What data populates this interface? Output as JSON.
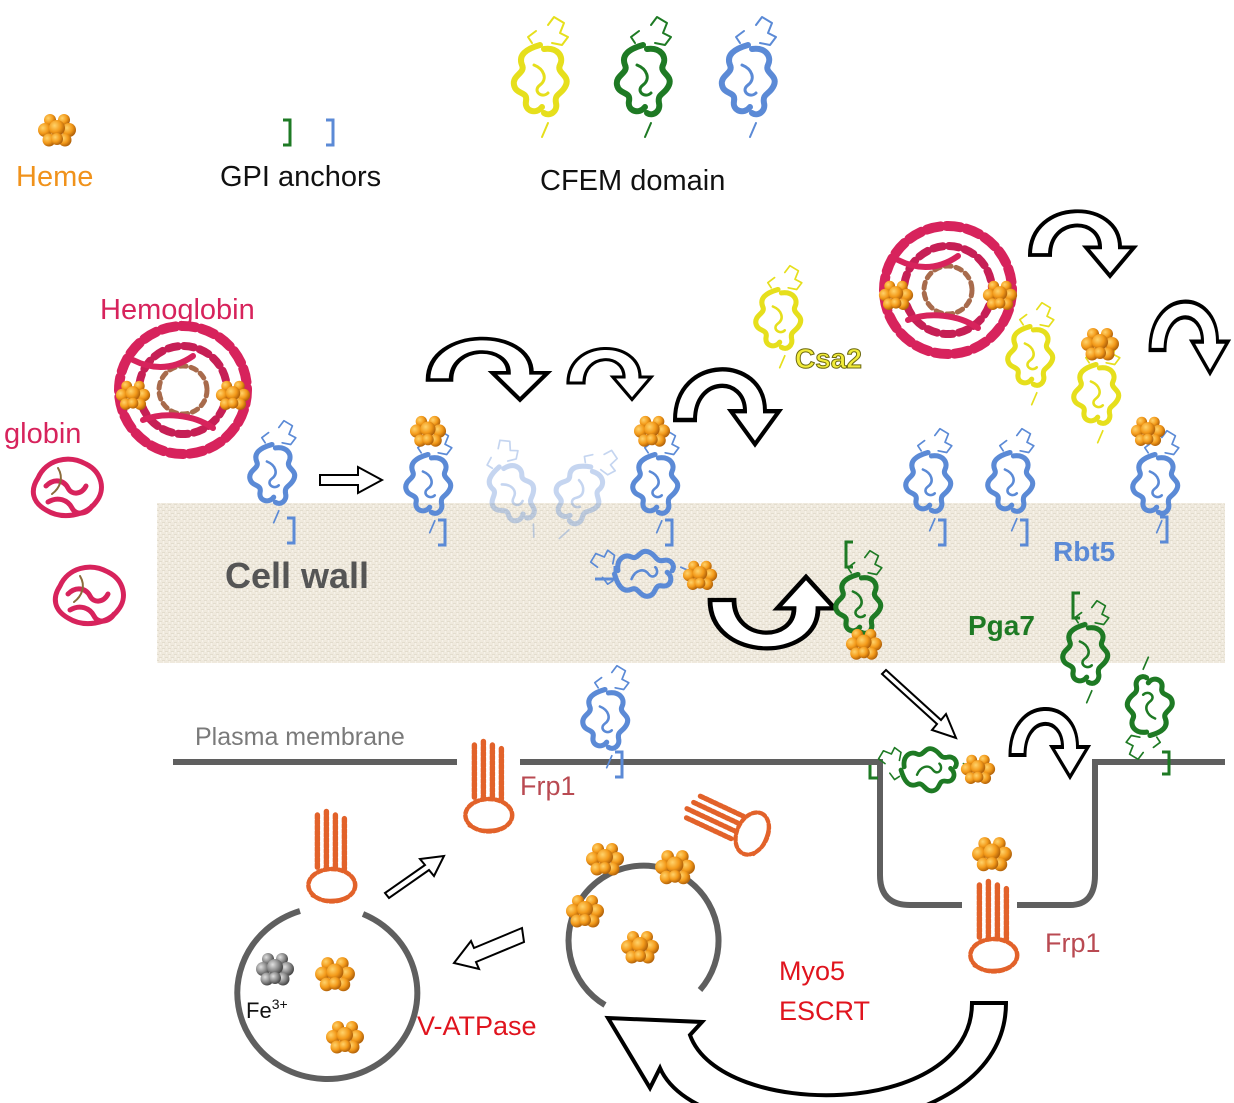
{
  "colors": {
    "heme": "#f0921b",
    "hemoglobin": "#d7235c",
    "rbt5": "#5b8ad6",
    "pga7": "#1e7a24",
    "csa2": "#f2ec3a",
    "frp1": "#b94a52",
    "frp1_protein": "#e2622a",
    "regulator_red": "#e0141e",
    "cell_wall": "#efe9dd",
    "membrane": "#5f5f5f"
  },
  "legend": {
    "heme": "Heme",
    "gpi_anchors": "GPI anchors",
    "cfem_domain": "CFEM domain"
  },
  "labels": {
    "hemoglobin": "Hemoglobin",
    "globin": "globin",
    "cell_wall": "Cell wall",
    "csa2": "Csa2",
    "rbt5": "Rbt5",
    "pga7": "Pga7",
    "plasma_membrane": "Plasma membrane",
    "frp1_surface": "Frp1",
    "frp1_invagination": "Frp1",
    "fe_base": "Fe",
    "fe_charge": "3+",
    "v_atpase": "V-ATPase",
    "myo5": "Myo5",
    "escrt": "ESCRT"
  }
}
